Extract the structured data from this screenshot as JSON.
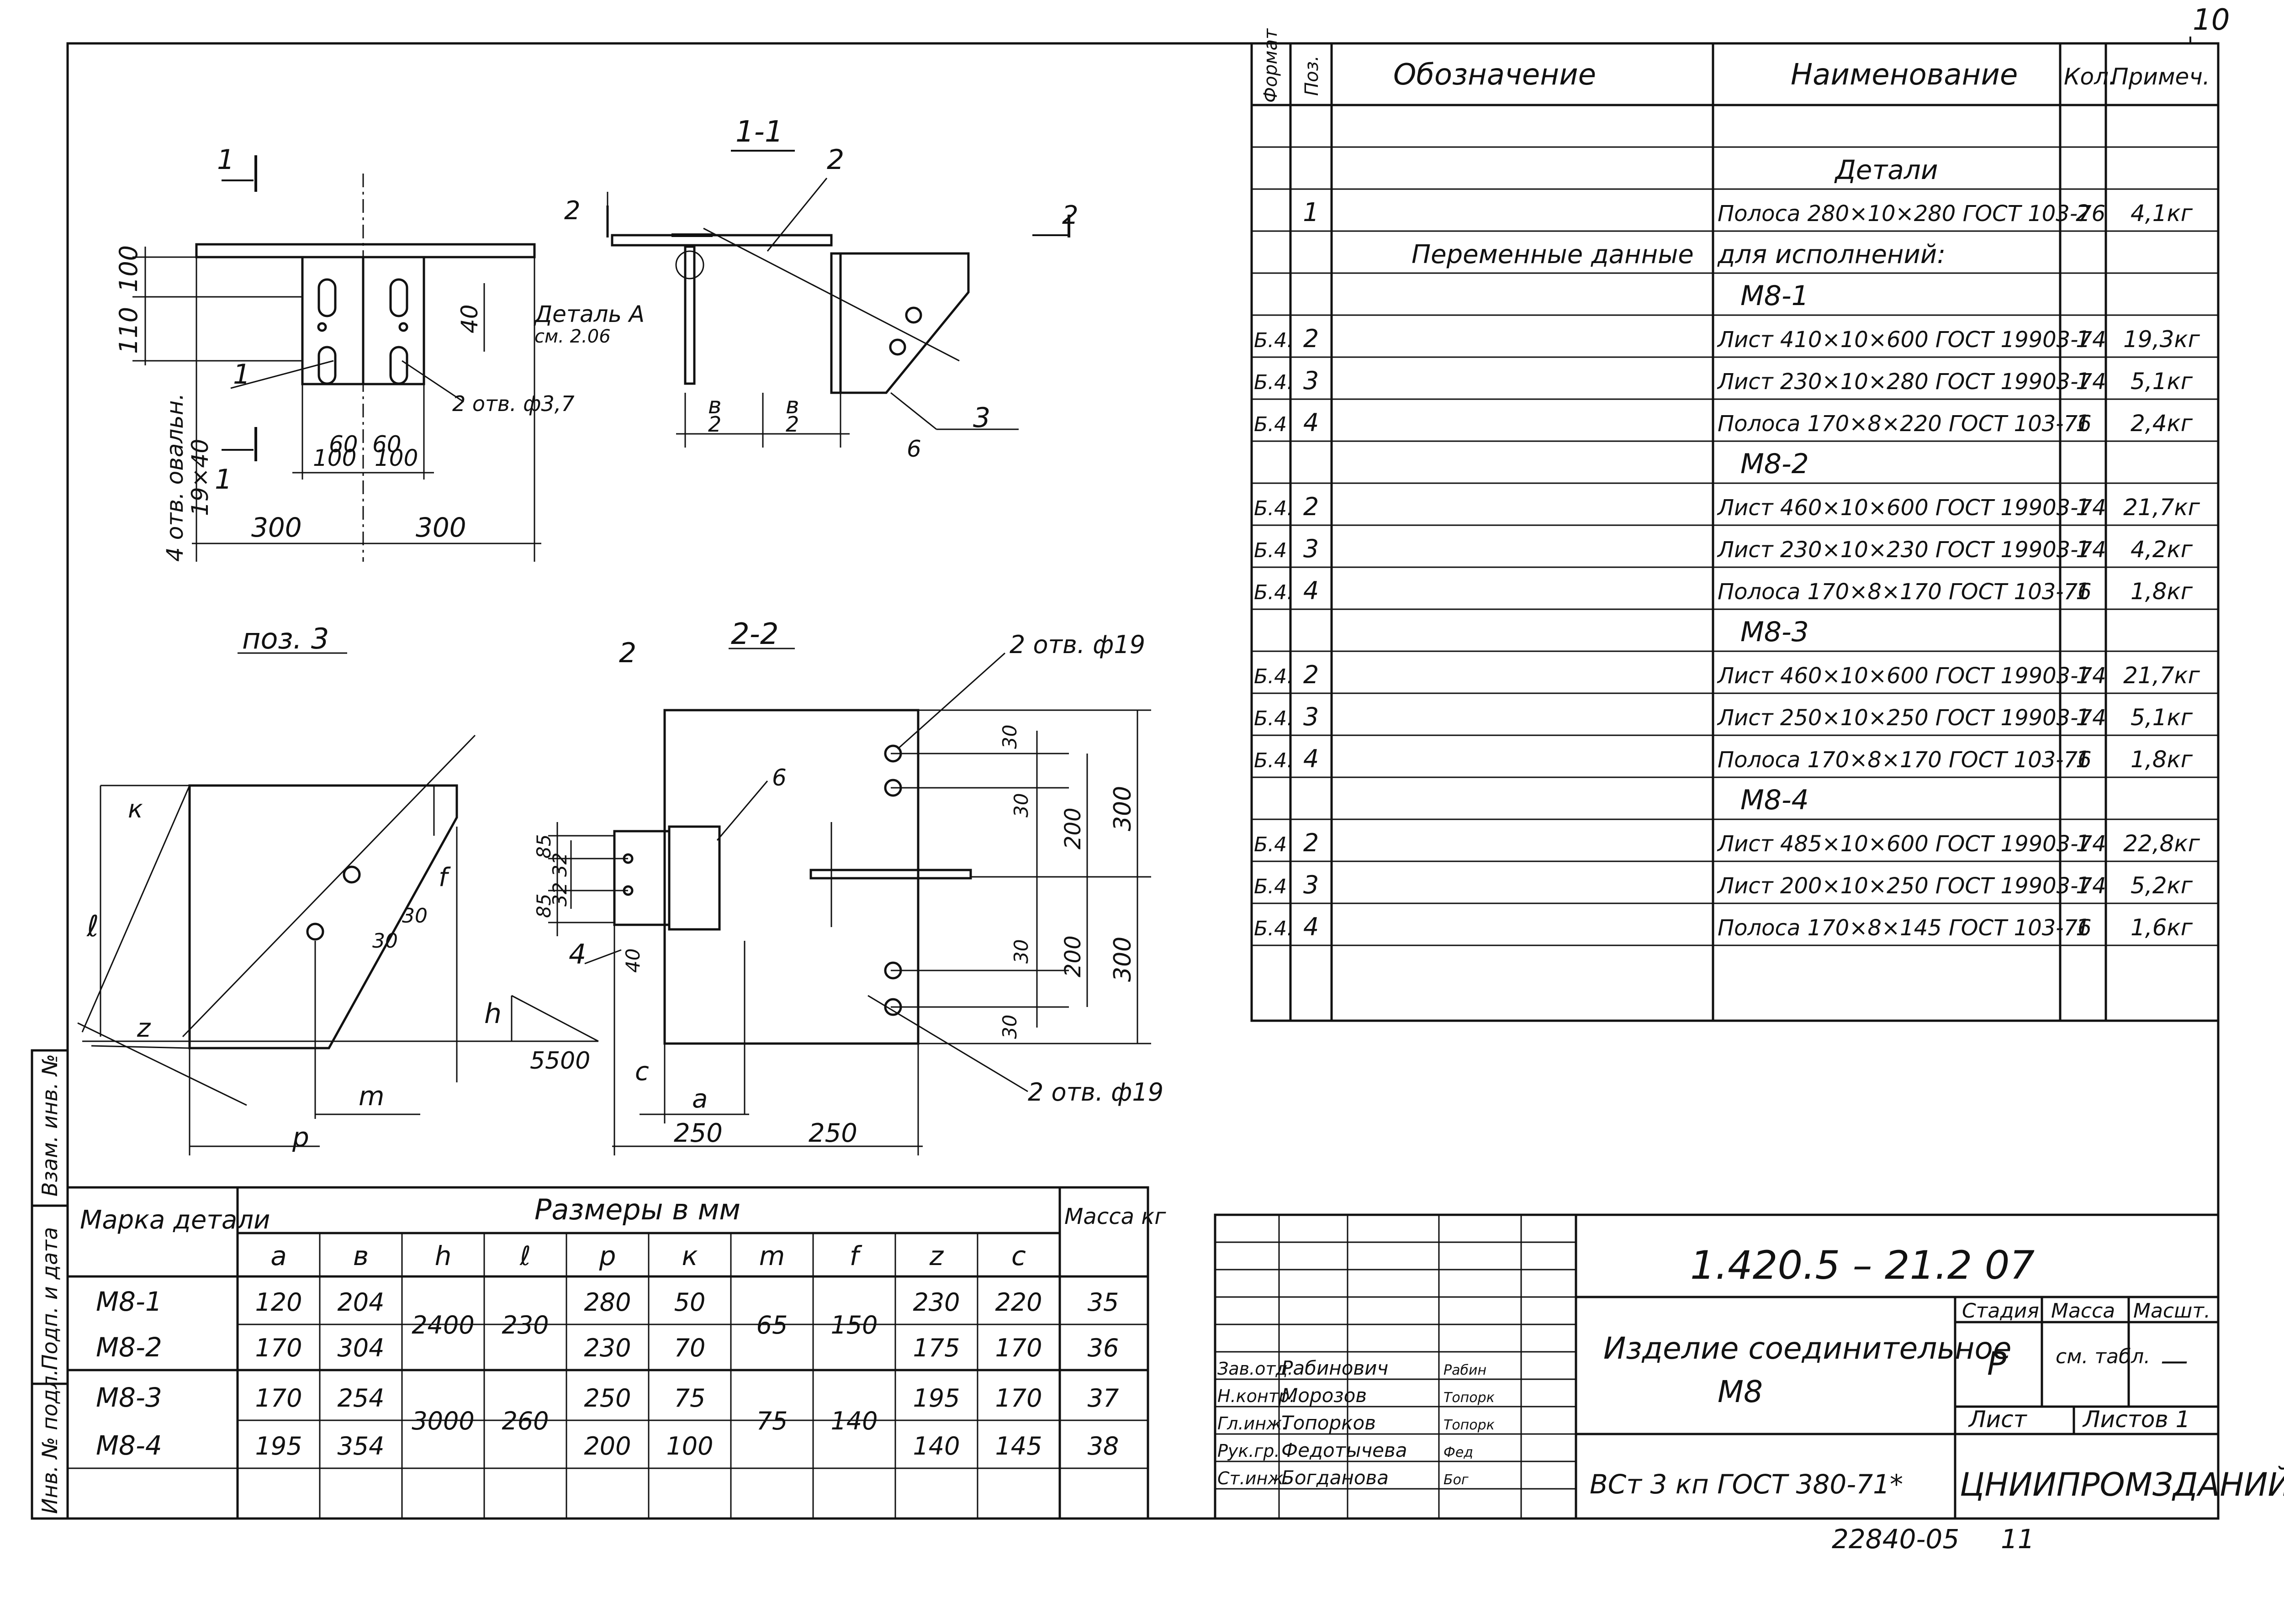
{
  "sheet_number": "10",
  "bottom_code": "22840-05",
  "bottom_page": "11",
  "spec": {
    "headers": [
      "Формат",
      "Поз.",
      "Обозначение",
      "Наименование",
      "Кол.",
      "Примеч."
    ],
    "section_details": "Детали",
    "row_common": {
      "pos": "1",
      "name": "Полоса 280×10×280 ГОСТ 103-76",
      "qty": "2",
      "note": "4,1кг"
    },
    "variable_data_left": "Переменные данные",
    "variable_data_right": "для исполнений:",
    "groups": [
      {
        "title": "М8-1",
        "rows": [
          {
            "fmt": "Б.4.",
            "pos": "2",
            "name": "Лист 410×10×600 ГОСТ 19903-74",
            "qty": "1",
            "note": "19,3кг"
          },
          {
            "fmt": "Б.4.",
            "pos": "3",
            "name": "Лист 230×10×280 ГОСТ 19903-74",
            "qty": "1",
            "note": "5,1кг"
          },
          {
            "fmt": "Б.4",
            "pos": "4",
            "name": "Полоса 170×8×220 ГОСТ 103-76",
            "qty": "1",
            "note": "2,4кг"
          }
        ]
      },
      {
        "title": "М8-2",
        "rows": [
          {
            "fmt": "Б.4.",
            "pos": "2",
            "name": "Лист 460×10×600 ГОСТ 19903-74",
            "qty": "1",
            "note": "21,7кг"
          },
          {
            "fmt": "Б.4",
            "pos": "3",
            "name": "Лист 230×10×230 ГОСТ 19903-74",
            "qty": "1",
            "note": "4,2кг"
          },
          {
            "fmt": "Б.4.",
            "pos": "4",
            "name": "Полоса 170×8×170 ГОСТ 103-76",
            "qty": "1",
            "note": "1,8кг"
          }
        ]
      },
      {
        "title": "М8-3",
        "rows": [
          {
            "fmt": "Б.4.",
            "pos": "2",
            "name": "Лист 460×10×600 ГОСТ 19903-74",
            "qty": "1",
            "note": "21,7кг"
          },
          {
            "fmt": "Б.4.",
            "pos": "3",
            "name": "Лист 250×10×250 ГОСТ 19903-74",
            "qty": "1",
            "note": "5,1кг"
          },
          {
            "fmt": "Б.4.",
            "pos": "4",
            "name": "Полоса 170×8×170 ГОСТ 103-76",
            "qty": "1",
            "note": "1,8кг"
          }
        ]
      },
      {
        "title": "М8-4",
        "rows": [
          {
            "fmt": "Б.4",
            "pos": "2",
            "name": "Лист 485×10×600 ГОСТ 19903-74",
            "qty": "1",
            "note": "22,8кг"
          },
          {
            "fmt": "Б.4",
            "pos": "3",
            "name": "Лист 200×10×250 ГОСТ 19903-74",
            "qty": "1",
            "note": "5,2кг"
          },
          {
            "fmt": "Б.4.",
            "pos": "4",
            "name": "Полоса 170×8×145 ГОСТ 103-76",
            "qty": "1",
            "note": "1,6кг"
          }
        ]
      }
    ]
  },
  "dims_table": {
    "marka_header": "Марка детали",
    "sizes_header": "Размеры в мм",
    "mass_header": "Масса кг",
    "cols": [
      "a",
      "в",
      "h",
      "ℓ",
      "p",
      "к",
      "m",
      "f",
      "z",
      "c"
    ],
    "rows": [
      {
        "mark": "М8-1",
        "a": "120",
        "b": "204",
        "l": "230",
        "p": "280",
        "k": "50",
        "z": "230",
        "c": "220",
        "mass": "35"
      },
      {
        "mark": "М8-2",
        "a": "170",
        "b": "304",
        "l": "230",
        "p": "230",
        "k": "70",
        "z": "175",
        "c": "170",
        "mass": "36"
      },
      {
        "mark": "М8-3",
        "a": "170",
        "b": "254",
        "l": "260",
        "p": "250",
        "k": "75",
        "z": "195",
        "c": "170",
        "mass": "37"
      },
      {
        "mark": "М8-4",
        "a": "195",
        "b": "354",
        "l": "260",
        "p": "200",
        "k": "100",
        "z": "140",
        "c": "145",
        "mass": "38"
      }
    ],
    "h_pair_top": "2400",
    "h_pair_bottom": "3000",
    "m_pair_top": "65",
    "m_pair_bottom": "75",
    "f_pair_top": "150",
    "f_pair_bottom": "140"
  },
  "side_stamp": [
    "Инв. № подл.",
    "Подп. и дата",
    "Взам. инв. №"
  ],
  "title_block": {
    "code": "1.420.5 – 21.2 07",
    "item_name_line1": "Изделие соединительное",
    "item_name_line2": "М8",
    "stage_label": "Стадия",
    "mass_label": "Масса",
    "scale_label": "Масшт.",
    "stage_value": "Р",
    "mass_value": "см. табл.",
    "scale_value": "—",
    "sheet_label": "Лист",
    "sheets_label": "Листов 1",
    "material": "ВСт 3 кп ГОСТ 380-71*",
    "org": "ЦНИИПРОМЗДАНИЙ",
    "signers": [
      {
        "role": "Зав.отд.",
        "name": "Рабинович",
        "sign": "Рабин"
      },
      {
        "role": "Н.контр.",
        "name": "Морозов",
        "sign": "Топорк"
      },
      {
        "role": "Гл.инж.",
        "name": "Топорков",
        "sign": "Топорк"
      },
      {
        "role": "Рук.гр.",
        "name": "Федотычева",
        "sign": "Фед"
      },
      {
        "role": "Ст.инж.",
        "name": "Богданова",
        "sign": "Бог"
      }
    ]
  },
  "views": {
    "main": {
      "section_mark": "1",
      "d100": "100",
      "d110": "110",
      "d40": "40",
      "d60": "60",
      "d100b": "100",
      "holes_left": "4 отв. овальн.",
      "holes_size": "19×40",
      "holes_small": "2 отв. ф3,7",
      "d300a": "300",
      "d300b": "300",
      "detail_ref": "Деталь А",
      "detail_see": "см. 2.06",
      "pos1": "1"
    },
    "section11": {
      "title": "1-1",
      "pos2": "2",
      "pos3": "3",
      "mark2": "2",
      "b2_top": "в",
      "b2_bot": "2",
      "weld": "6"
    },
    "pos3": {
      "title": "поз. 3",
      "h": "h",
      "k": "к",
      "f": "f",
      "l": "ℓ",
      "z": "z",
      "m": "m",
      "p": "p",
      "d30a": "30",
      "d30b": "30",
      "slope": "5500"
    },
    "section22": {
      "title": "2-2",
      "pos2": "2",
      "pos4": "4",
      "holes": "2 отв. ф19",
      "weld": "6",
      "d85a": "85",
      "d85b": "85",
      "d32a": "32",
      "d32b": "32",
      "d40": "40",
      "d30a": "30",
      "d30b": "30",
      "d30c": "30",
      "d30d": "30",
      "d200a": "200",
      "d200b": "200",
      "d300a": "300",
      "d300b": "300",
      "c": "c",
      "a": "a",
      "d250a": "250",
      "d250b": "250"
    }
  }
}
